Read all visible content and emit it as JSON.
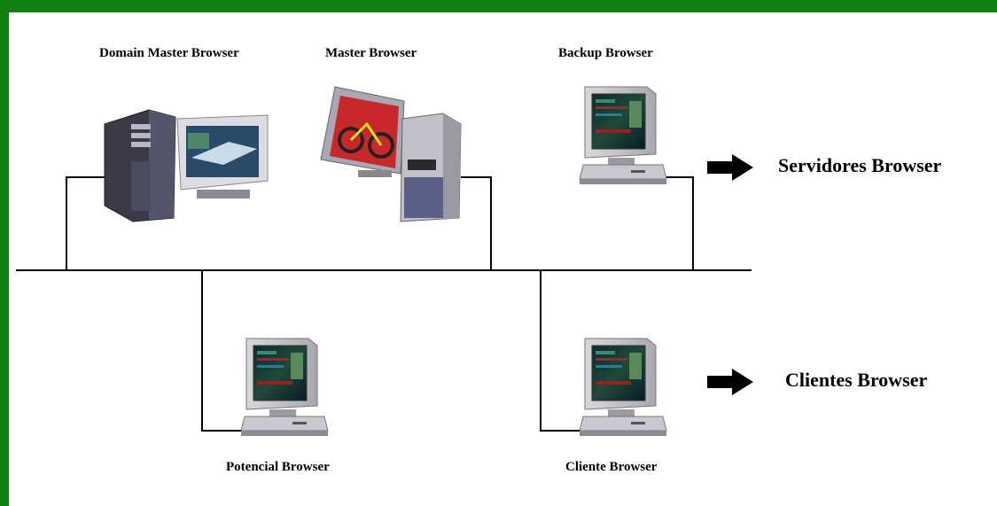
{
  "colors": {
    "frame": "#108010",
    "line": "#000000",
    "arrow": "#000000"
  },
  "labels": {
    "domain_master": "Domain Master Browser",
    "master": "Master Browser",
    "backup": "Backup Browser",
    "potencial": "Potencial Browser",
    "cliente": "Cliente Browser",
    "servidores": "Servidores Browser",
    "clientes": "Clientes Browser"
  },
  "icons": {
    "domain_master": "tower-pc-with-monitor-icon",
    "master": "monitor-with-tower-icon",
    "backup": "desktop-computer-icon",
    "potencial": "desktop-computer-icon",
    "cliente": "desktop-computer-icon"
  }
}
